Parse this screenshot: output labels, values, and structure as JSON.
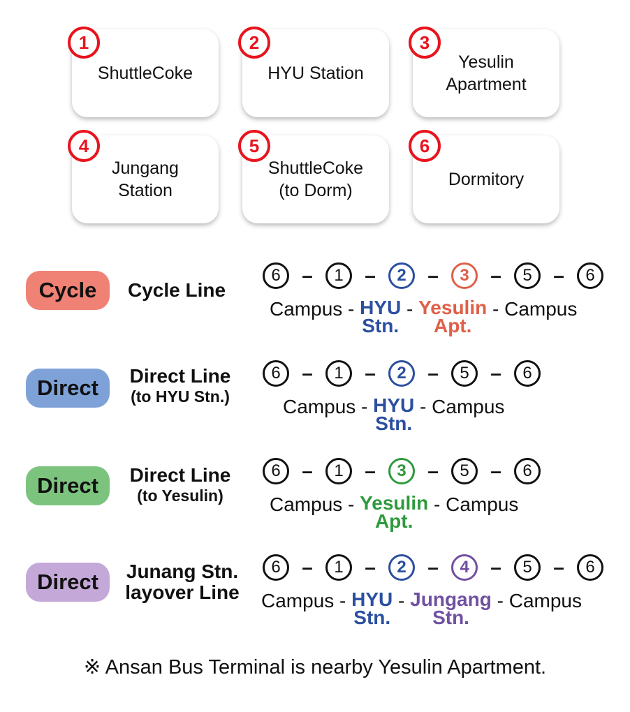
{
  "stops": [
    {
      "num": "1",
      "name": "ShuttleCoke"
    },
    {
      "num": "2",
      "name": "HYU Station"
    },
    {
      "num": "3",
      "name": "Yesulin\nApartment"
    },
    {
      "num": "4",
      "name": "Jungang\nStation"
    },
    {
      "num": "5",
      "name": "ShuttleCoke\n(to Dorm)"
    },
    {
      "num": "6",
      "name": "Dormitory"
    }
  ],
  "colors": {
    "stop_badge": "#e8141e",
    "cycle": "#f08275",
    "direct_hyu": "#7ea2d8",
    "direct_yesulin": "#7cc47e",
    "direct_jungang": "#c4a8d8",
    "text_hyu": "#2b4fa0",
    "text_yesulin_cycle": "#e06048",
    "text_yesulin_direct": "#2e9a3c",
    "text_jungang": "#7050a0"
  },
  "routes": [
    {
      "badge": "Cycle",
      "name_main": "Cycle Line",
      "name_sub": "",
      "sequence": [
        "⑥",
        "①",
        "②",
        "③",
        "⑤",
        "⑥"
      ],
      "highlighted": [
        "2",
        "3"
      ],
      "desc": {
        "start": "Campus",
        "stop1": "HYU\nStn.",
        "stop2": "Yesulin\nApt.",
        "end": "Campus"
      }
    },
    {
      "badge": "Direct",
      "name_main": "Direct Line",
      "name_sub": "(to HYU Stn.)",
      "sequence": [
        "⑥",
        "①",
        "②",
        "⑤",
        "⑥"
      ],
      "highlighted": [
        "2"
      ],
      "desc": {
        "start": "Campus",
        "stop1": "HYU\nStn.",
        "end": "Campus"
      }
    },
    {
      "badge": "Direct",
      "name_main": "Direct Line",
      "name_sub": "(to Yesulin)",
      "sequence": [
        "⑥",
        "①",
        "③",
        "⑤",
        "⑥"
      ],
      "highlighted": [
        "3"
      ],
      "desc": {
        "start": "Campus",
        "stop1": "Yesulin\nApt.",
        "end": "Campus"
      }
    },
    {
      "badge": "Direct",
      "name_main": "Junang Stn.",
      "name_sub": "layover Line",
      "sequence": [
        "⑥",
        "①",
        "②",
        "④",
        "⑤",
        "⑥"
      ],
      "highlighted": [
        "2",
        "4"
      ],
      "desc": {
        "start": "Campus",
        "stop1": "HYU\nStn.",
        "stop2": "Jungang\nStn.",
        "end": "Campus"
      }
    }
  ],
  "separator": "-",
  "footnote": "※ Ansan Bus Terminal is nearby Yesulin Apartment."
}
